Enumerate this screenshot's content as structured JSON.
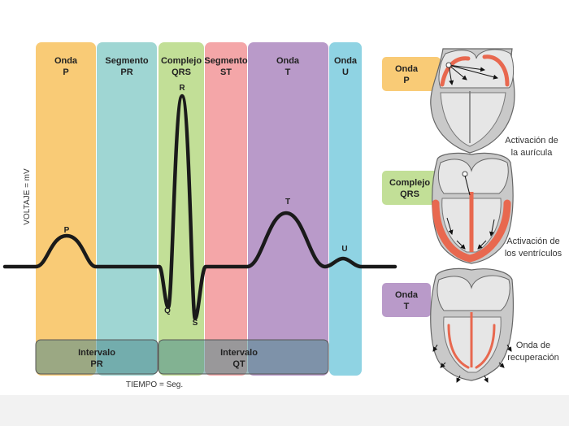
{
  "columns": [
    {
      "id": "onda-p",
      "line1": "Onda",
      "line2": "P",
      "color": "#f9cb76"
    },
    {
      "id": "segmento-pr",
      "line1": "Segmento",
      "line2": "PR",
      "color": "#9fd6d3"
    },
    {
      "id": "complejo-qrs",
      "line1": "Complejo",
      "line2": "QRS",
      "color": "#c2df97"
    },
    {
      "id": "segmento-st",
      "line1": "Segmento",
      "line2": "ST",
      "color": "#f4a6a8"
    },
    {
      "id": "onda-t",
      "line1": "Onda",
      "line2": "T",
      "color": "#b99ac9"
    },
    {
      "id": "onda-u",
      "line1": "Onda",
      "line2": "U",
      "color": "#8fd3e3"
    }
  ],
  "intervals": [
    {
      "id": "pr",
      "line1": "Intervalo",
      "line2": "PR"
    },
    {
      "id": "qt",
      "line1": "Intervalo",
      "line2": "QT"
    }
  ],
  "wave_labels": {
    "p": "P",
    "r": "R",
    "q": "Q",
    "s": "S",
    "t": "T",
    "u": "U"
  },
  "axes": {
    "y": "VOLTAJE = mV",
    "x": "TIEMPO = Seg."
  },
  "stages": [
    {
      "id": "onda-p",
      "tag_line1": "Onda",
      "tag_line2": "P",
      "tag_color": "#f9cb76",
      "caption_line1": "Activación de",
      "caption_line2": "la aurícula"
    },
    {
      "id": "complejo-qrs",
      "tag_line1": "Complejo",
      "tag_line2": "QRS",
      "tag_color": "#c2df97",
      "caption_line1": "Activación de",
      "caption_line2": "los ventrículos"
    },
    {
      "id": "onda-t",
      "tag_line1": "Onda",
      "tag_line2": "T",
      "tag_color": "#b99ac9",
      "caption_line1": "Onda de",
      "caption_line2": "recuperación"
    }
  ],
  "colors": {
    "trace": "#1a1a1a",
    "activation": "#e8684f",
    "heart": "#c9c9c9"
  }
}
